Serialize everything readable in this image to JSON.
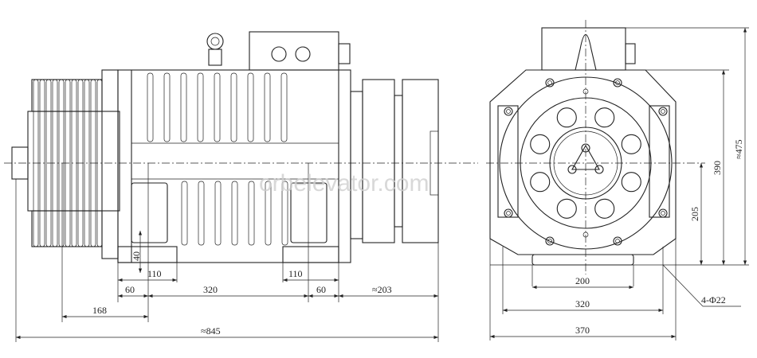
{
  "watermark": "orbelevator.com",
  "side_view": {
    "dimensions": {
      "foot_height": "40",
      "foot_width_left": "110",
      "foot_width_right": "110",
      "foot_offset_left": "60",
      "foot_spacing": "320",
      "foot_offset_right": "60",
      "brake_length": "≈203",
      "sheave_offset": "168",
      "overall_length": "≈845"
    }
  },
  "front_view": {
    "dimensions": {
      "base_width": "200",
      "bolt_spacing": "320",
      "overall_width": "370",
      "mounting_holes": "4-Φ22",
      "shaft_height": "205",
      "body_height": "390",
      "overall_height": "≈475"
    }
  }
}
